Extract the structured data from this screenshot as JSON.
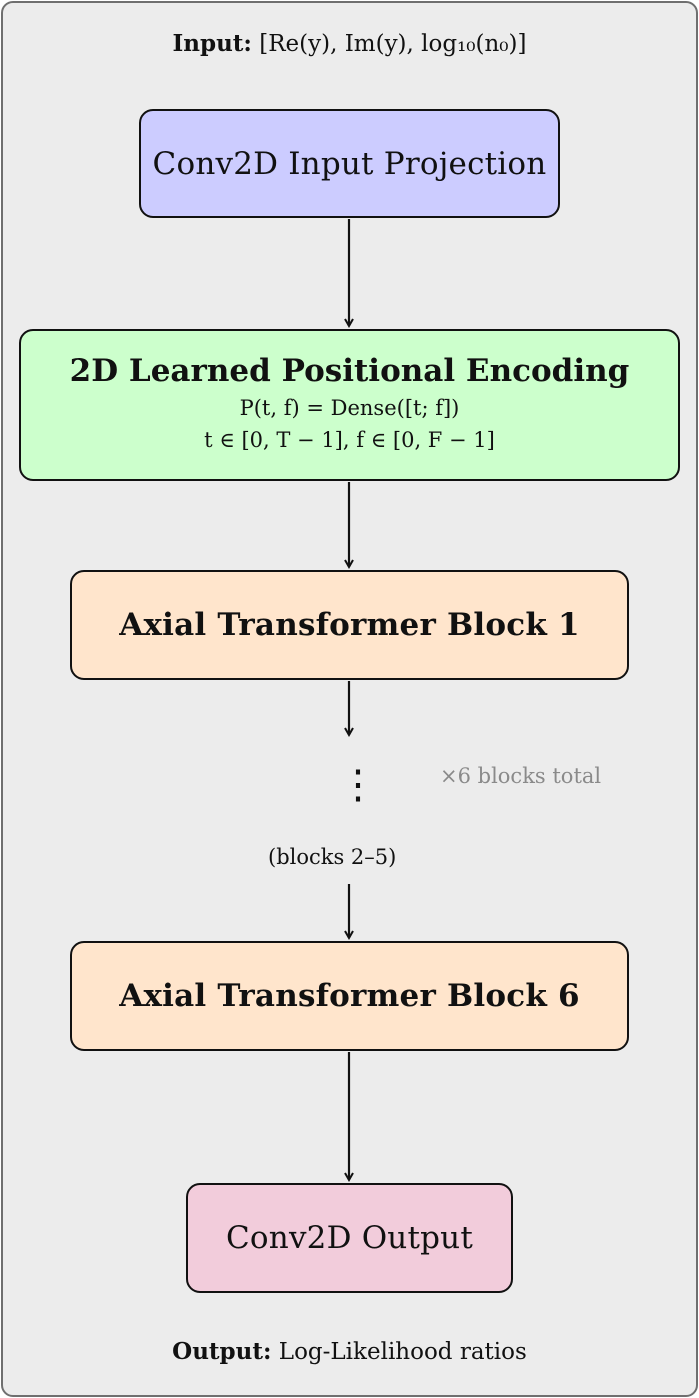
{
  "input": {
    "label": "Input:",
    "value": "[Re(y), Im(y), log₁₀(n₀)]"
  },
  "nodes": {
    "input_projection": "Conv2D Input Projection",
    "positional_encoding": {
      "title": "2D Learned Positional Encoding",
      "formula_1": "P(t, f) = Dense([t; f])",
      "formula_2": "t ∈ [0, T − 1], f ∈ [0, F − 1]"
    },
    "block_first": "Axial Transformer Block 1",
    "block_last": "Axial Transformer Block 6",
    "output_conv": "Conv2D Output"
  },
  "middle": {
    "ellipsis": "⋮",
    "repeat_note": "×6 blocks total",
    "blocks_note": "(blocks 2–5)"
  },
  "output": {
    "label": "Output:",
    "value": "Log-Likelihood ratios"
  },
  "colors": {
    "background": "#ececec",
    "input_projection": "#ccccff",
    "positional_encoding": "#ccffcc",
    "transformer_block": "#ffe5cc",
    "output_conv": "#f2ccdb"
  }
}
